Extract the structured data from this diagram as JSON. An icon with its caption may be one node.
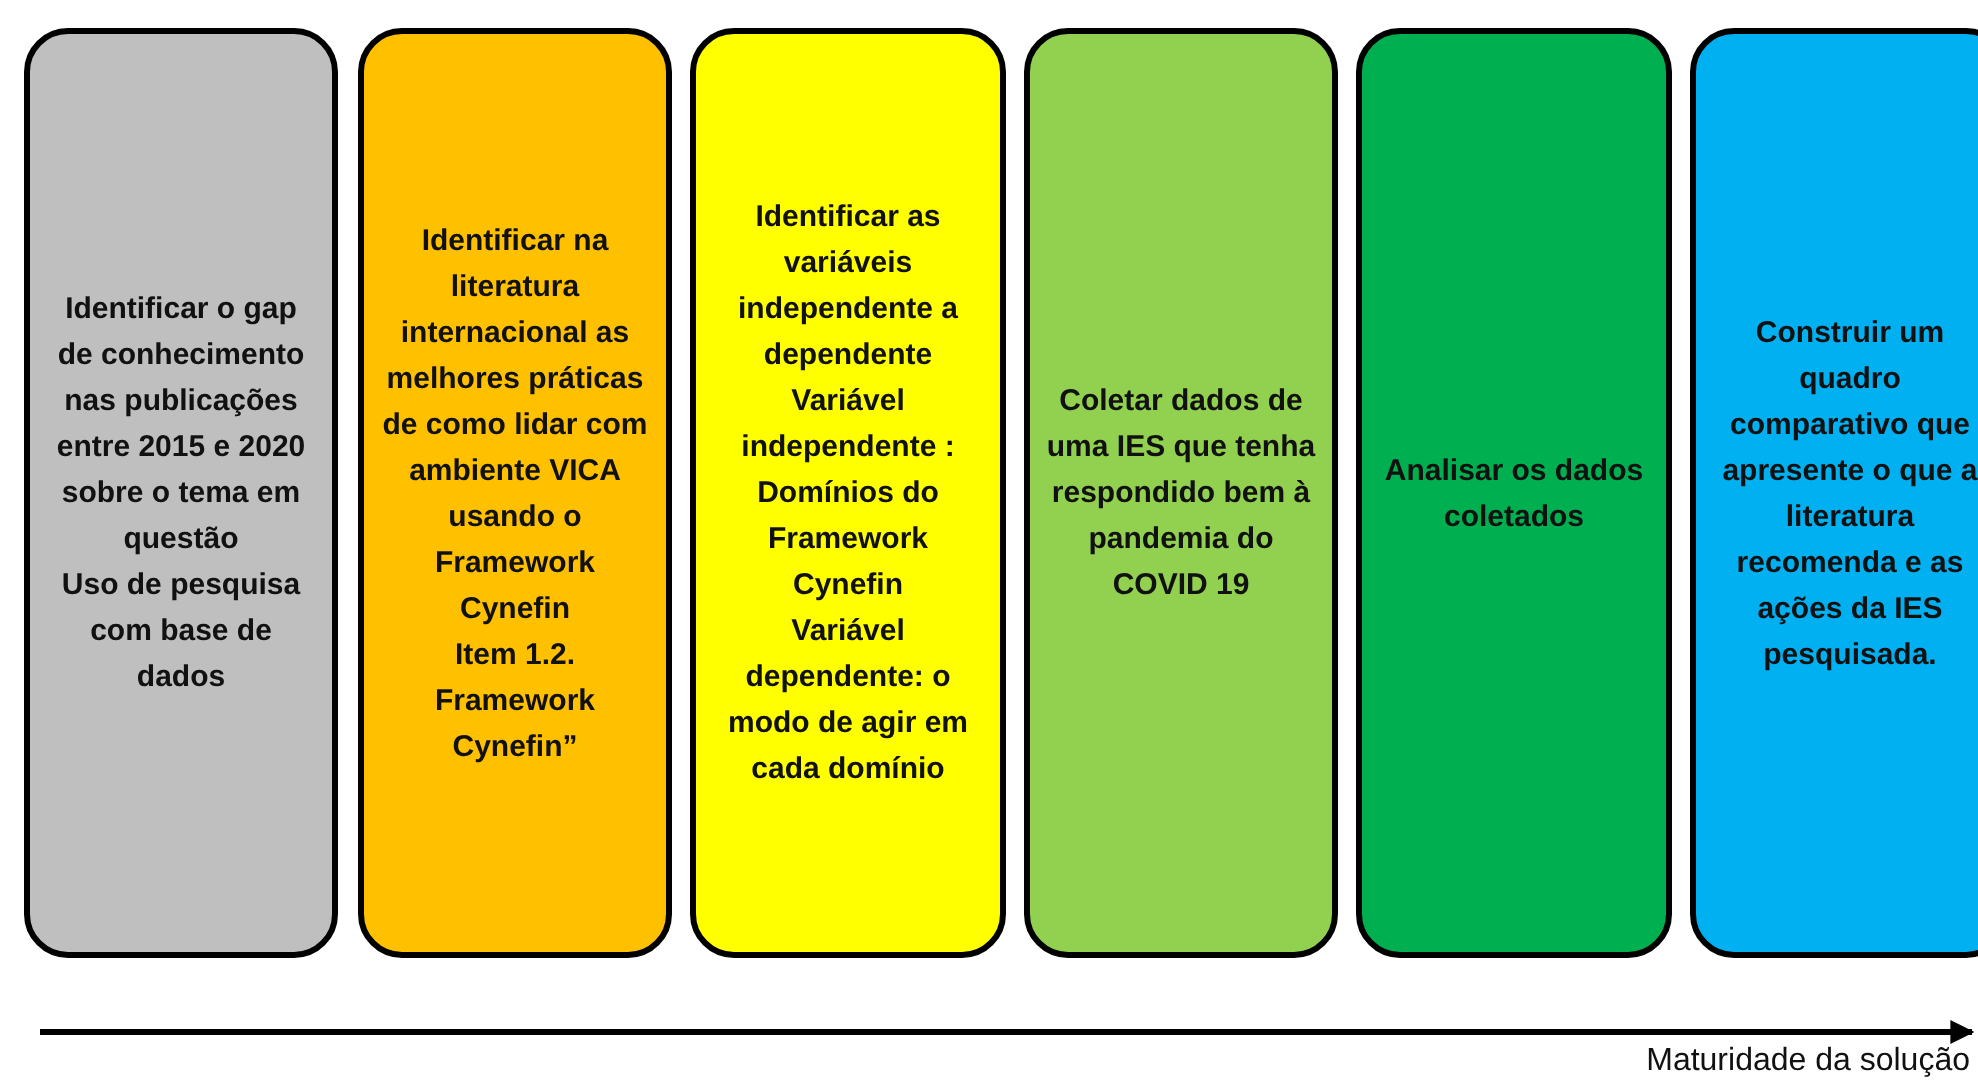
{
  "diagram": {
    "nodes": [
      {
        "text": [
          "Identificar o gap de conhecimento nas publicações entre 2015 e 2020 sobre o tema em questão",
          "Uso de pesquisa com base de dados"
        ]
      },
      {
        "text": [
          "Identificar na literatura internacional as melhores práticas de como lidar com ambiente VICA usando o Framework Cynefin",
          "Item 1.2. Framework Cynefin”"
        ]
      },
      {
        "text": [
          "Identificar as variáveis independente a dependente",
          "Variável independente : Domínios do Framework Cynefin",
          "Variável dependente: o modo de agir em cada domínio"
        ]
      },
      {
        "text": [
          "Coletar dados de uma IES que tenha respondido bem à pandemia do COVID 19"
        ]
      },
      {
        "text": [
          "Analisar os dados coletados"
        ]
      },
      {
        "text": [
          "Construir um quadro comparativo que apresente o que a literatura recomenda e as ações da IES pesquisada."
        ]
      }
    ],
    "labels": [
      "Maturidade da solução"
    ]
  }
}
